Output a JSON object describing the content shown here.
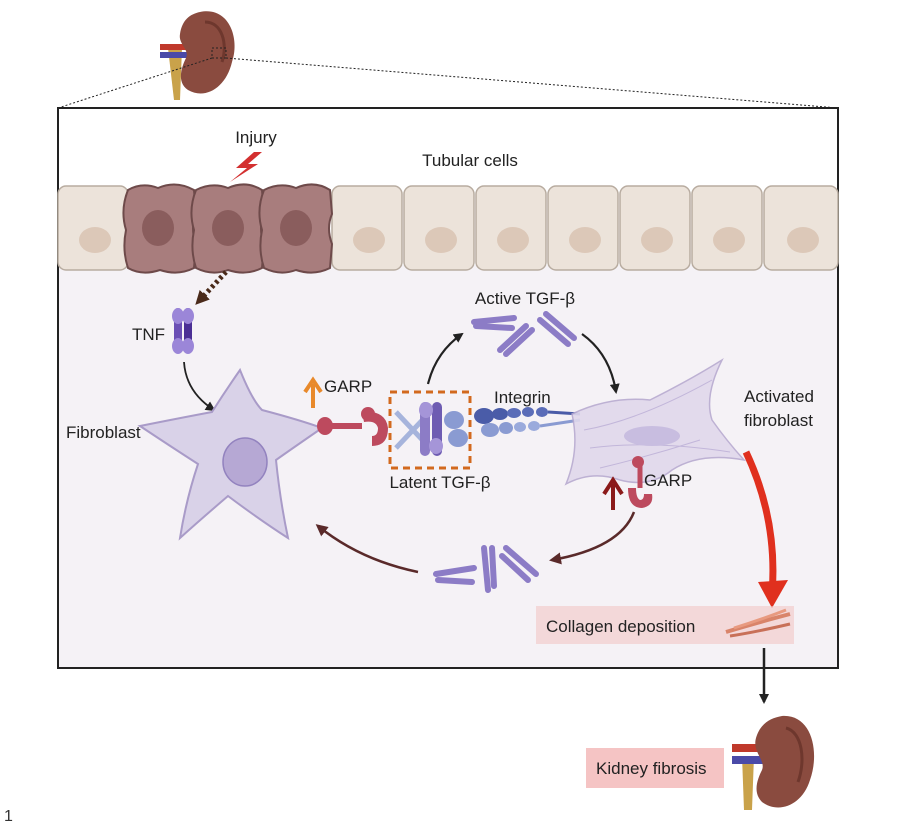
{
  "labels": {
    "injury": "Injury",
    "tubular_cells": "Tubular cells",
    "tnf": "TNF",
    "fibroblast": "Fibroblast",
    "garp_left": "GARP",
    "latent_tgf": "Latent TGF-β",
    "active_tgf": "Active TGF-β",
    "integrin": "Integrin",
    "activated_line1": "Activated",
    "activated_line2": "fibroblast",
    "garp_right": "GARP",
    "collagen": "Collagen deposition",
    "kidney_fibrosis": "Kidney fibrosis",
    "page_number": "1"
  },
  "colors": {
    "panel_bg": "#f5f2f6",
    "healthy_cell": "#ece3da",
    "injured_cell": "#a87d7d",
    "fibroblast": "#d9d2e8",
    "tgf": "#8c7cc6",
    "garp": "#bd4a5e",
    "dashed_box": "#d2691e",
    "up_arrow_orange": "#e8892b",
    "up_arrow_dark": "#8b1a1a",
    "red_arrow": "#e0301e",
    "label_bg": "#f2c6c6",
    "kidney": "#8a4b3f"
  }
}
